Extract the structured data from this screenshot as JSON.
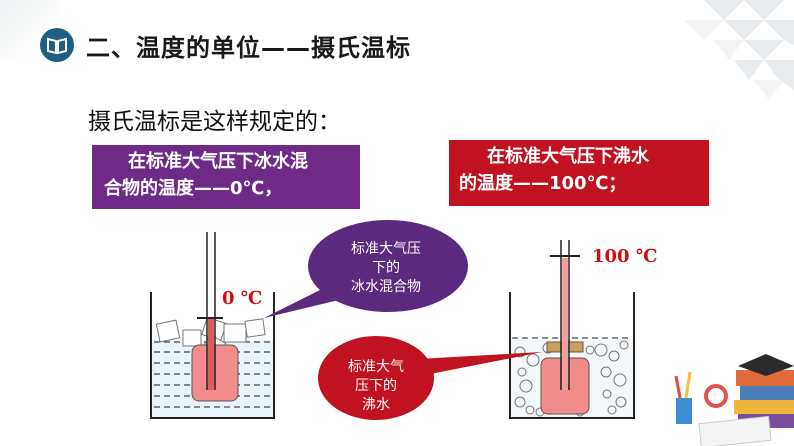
{
  "title": "二、温度的单位——摄氏温标",
  "intro": "摄氏温标是这样规定的：",
  "boxes": {
    "ice_line1": "在标准大气压下冰水混",
    "ice_line2": "合物的温度——0℃，",
    "boil_line1": "在标准大气压下沸水",
    "boil_line2": "的温度——100℃；"
  },
  "labels": {
    "zero": "0 ℃",
    "hundred": "100 ℃"
  },
  "bubbles": {
    "ice_line1": "标准大气压",
    "ice_line2": "下的",
    "ice_line3": "冰水混合物",
    "boil_line1": "标准大气",
    "boil_line2": "压下的",
    "boil_line3": "沸水"
  },
  "colors": {
    "title_icon": "#1e5f86",
    "box_ice": "#6f2a87",
    "box_boil": "#c1121f",
    "bubble_ice": "#5b2a7e",
    "bubble_boil": "#c1121f",
    "accent_red": "#d01010"
  },
  "icons": {
    "title": "book-icon",
    "decoration": "school-supplies-illustration"
  }
}
